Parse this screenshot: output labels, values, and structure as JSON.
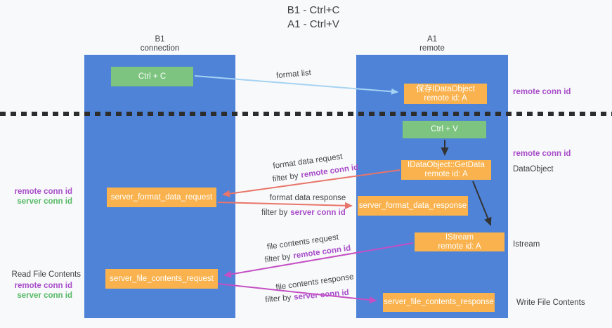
{
  "title": {
    "line1": "B1 - Ctrl+C",
    "line2": "A1 - Ctrl+V"
  },
  "lanes": {
    "left": {
      "title": "B1",
      "subtitle": "connection"
    },
    "right": {
      "title": "A1",
      "subtitle": "remote"
    }
  },
  "boxes": {
    "ctrl_c": {
      "label": "Ctrl + C"
    },
    "ctrl_v": {
      "label": "Ctrl + V"
    },
    "save_idataobject": {
      "line1": "保存IDataObject",
      "line2": "remote id: A"
    },
    "getdata": {
      "line1": "IDataObject::GetData",
      "line2": "remote id: A"
    },
    "istream": {
      "line1": "IStream",
      "line2": "remote id: A"
    },
    "format_request": {
      "label": "server_format_data_request"
    },
    "format_response": {
      "label": "server_format_data_response"
    },
    "file_request": {
      "label": "server_file_contents_request"
    },
    "file_response": {
      "label": "server_file_contents_response"
    }
  },
  "labels": {
    "format_list": "format list",
    "format_data_request": "format data request",
    "format_data_response": "format data response",
    "file_contents_request": "file contents request",
    "file_contents_response": "file contents response",
    "filter_by": "filter by",
    "remote_conn_id": "remote conn id",
    "server_conn_id": "server conn id",
    "dataobject": "DataObject",
    "istream": "Istream",
    "read_file_contents": "Read File Contents",
    "write_file_contents": "Write File Contents"
  },
  "colors": {
    "lane_blue": "#4e83d8",
    "box_green": "#7cc47f",
    "box_orange": "#f9b24d",
    "arrow_light_blue": "#a5d3f3",
    "arrow_red": "#e8756a",
    "arrow_magenta": "#c44fc4",
    "arrow_black": "#333333",
    "text_purple": "#a84dca",
    "text_green": "#56b966",
    "text_dark": "#3c4043",
    "dashed_line": "#2d2d2d",
    "background": "#f8f9fa"
  }
}
